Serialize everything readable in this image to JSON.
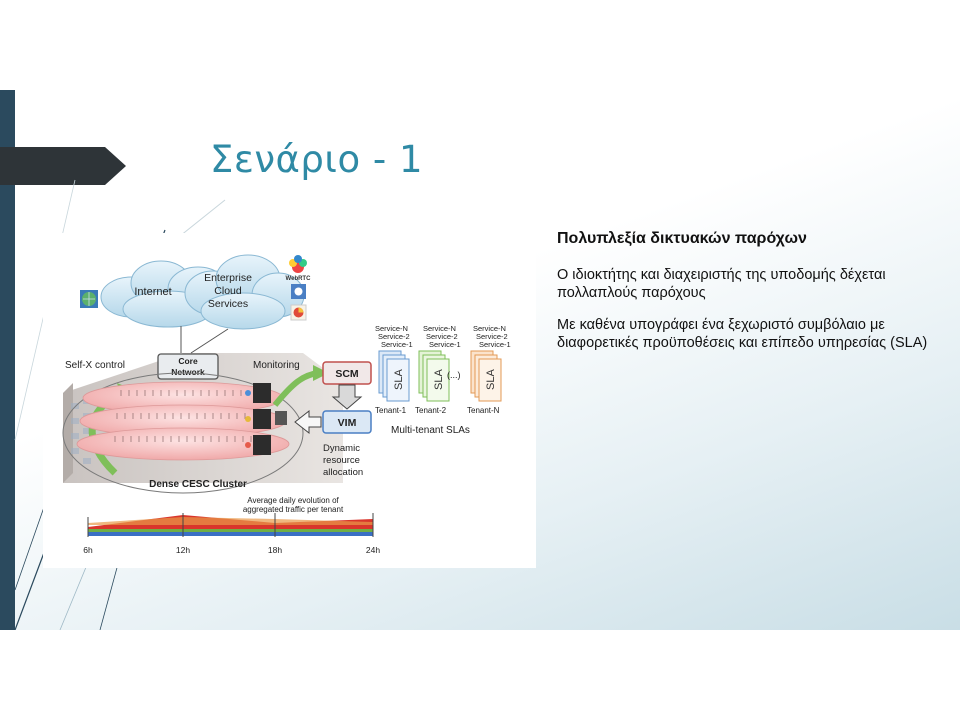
{
  "slide": {
    "title": "Σενάριο - 1",
    "subheading": "Πολυπλεξία δικτυακών παρόχων",
    "paragraphs": [
      "Ο ιδιοκτήτης και διαχειριστής της υποδομής δέχεται πολλαπλούς παρόχους",
      "Με καθένα υπογράφει ένα ξεχωριστό συμβόλαιο με διαφορετικές προϋποθέσεις και επίπεδο υπηρεσίας (SLA)"
    ]
  },
  "diagram": {
    "cloud_internet": "Internet",
    "cloud_enterprise": [
      "Enterprise",
      "Cloud",
      "Services"
    ],
    "webrtc": "WebRTC",
    "core_network": [
      "Core",
      "Network"
    ],
    "self_x": "Self-X control",
    "monitoring": "Monitoring",
    "scm": "SCM",
    "vim": "VIM",
    "dynamic": [
      "Dynamic",
      "resource",
      "allocation"
    ],
    "cluster_label": "Dense CESC Cluster",
    "sla_lines": [
      [
        "Service-N",
        "Service-2",
        "Service-1"
      ],
      [
        "Service-N",
        "Service-2",
        "Service-1"
      ],
      [
        "Service-N",
        "Service-2",
        "Service-1"
      ]
    ],
    "sla_label": "SLA",
    "sla_ellipsis": "(...)",
    "tenants": [
      "Tenant-1",
      "Tenant-2",
      "Tenant-N"
    ],
    "multi_tenant": "Multi-tenant SLAs",
    "traffic_caption": [
      "Average daily evolution of",
      "aggregated traffic per tenant"
    ],
    "time_ticks": [
      "6h",
      "12h",
      "18h",
      "24h"
    ]
  },
  "colors": {
    "accent": "#2f8aa5",
    "side_bar": "#2b4a5e",
    "tab": "#2e3438"
  }
}
